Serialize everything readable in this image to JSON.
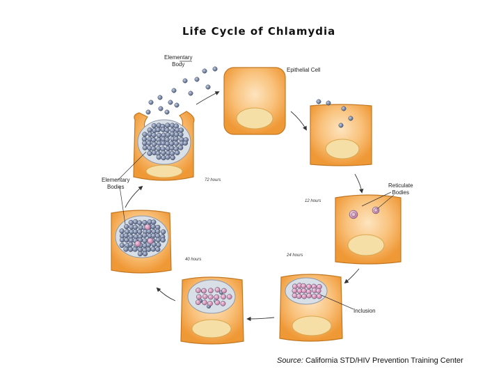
{
  "title": "Life Cycle of Chlamydia",
  "labels": {
    "elementary_body": [
      "Elementary",
      "Body"
    ],
    "epithelial_cell": "Epithelial Cell",
    "reticulate_bodies": [
      "Reticulate",
      "Bodies"
    ],
    "elementary_bodies": [
      "Elementary",
      "Bodies"
    ],
    "inclusion": "Inclusion"
  },
  "times": {
    "t72": "72 hours",
    "t12": "12 hours",
    "t24": "24 hours",
    "t40": "40 hours"
  },
  "source": {
    "prefix": "Source:",
    "text": " California STD/HIV Prevention Training Center"
  },
  "colors": {
    "cell_outer": "#f3a13f",
    "cell_inner": "#fbd3a0",
    "nucleus": "#f6e2a8",
    "elementary_body": "#6f7ea0",
    "reticulate_body": "#d996b8",
    "inclusion_bg": "#d9dfe6"
  }
}
